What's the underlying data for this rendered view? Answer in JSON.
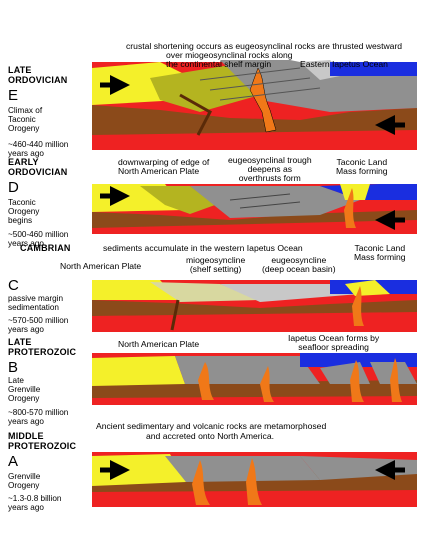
{
  "panels": {
    "E": {
      "era_line1": "LATE",
      "era_line2": "ORDOVICIAN",
      "letter": "E",
      "desc": [
        "Climax of",
        "Taconic",
        "Orogeny"
      ],
      "age": [
        "~460-440 million",
        "years ago"
      ],
      "caption_line1": "crustal shortening occurs as eugeosynclinal rocks are thrusted westward",
      "caption_line2": "over miogeosynclinal rocks along",
      "caption_line3": "the continental shelf margin",
      "ocean_label": "Eastern Iapetus Ocean"
    },
    "D": {
      "era_line1": "EARLY",
      "era_line2": "ORDOVICIAN",
      "letter": "D",
      "desc": [
        "Taconic",
        "Orogeny",
        "begins"
      ],
      "age": [
        "~500-460 million",
        "years ago"
      ],
      "caption_left": [
        "downwarping of edge of",
        "North American Plate"
      ],
      "caption_mid": [
        "eugeosynclinal trough",
        "deepens as",
        "overthrusts form"
      ],
      "caption_right": [
        "Taconic Land",
        "Mass forming"
      ]
    },
    "C": {
      "era": "CAMBRIAN",
      "letter": "C",
      "desc": [
        "passive margin",
        "sedimentation"
      ],
      "age": [
        "~570-500 million",
        "years ago"
      ],
      "caption_top": "sediments accumulate in the western Iapetus Ocean",
      "plate_label": "North American Plate",
      "mio": [
        "miogeosyncline",
        "(shelf setting)"
      ],
      "eu": [
        "eugeosyncline",
        "(deep ocean basin)"
      ],
      "caption_right": [
        "Taconic Land",
        "Mass forming"
      ]
    },
    "B": {
      "era_line1": "LATE",
      "era_line2": "PROTEROZOIC",
      "letter": "B",
      "desc": [
        "Late",
        "Grenville",
        "Orogeny"
      ],
      "age": [
        "~800-570 million",
        "years ago"
      ],
      "plate_label": "North American Plate",
      "caption_right": [
        "Iapetus Ocean forms by",
        "seafloor spreading"
      ]
    },
    "A": {
      "era_line1": "MIDDLE",
      "era_line2": "PROTEROZOIC",
      "letter": "A",
      "desc": [
        "Grenville",
        "Orogeny"
      ],
      "age": [
        "~1.3-0.8 billion",
        "years ago"
      ],
      "caption_line1": "Ancient sedimentary and volcanic rocks are metamorphosed",
      "caption_line2": "and accreted onto North America."
    }
  },
  "colors": {
    "mantle": "#ee2222",
    "crust": "#8b4a1a",
    "yellow": "#f4f02a",
    "olive": "#b4b420",
    "gray": "#909090",
    "lightgray": "#c8c8c8",
    "ocean": "#1a2ee0",
    "magma": "#f07818",
    "sediment": "#d8d8a0"
  }
}
